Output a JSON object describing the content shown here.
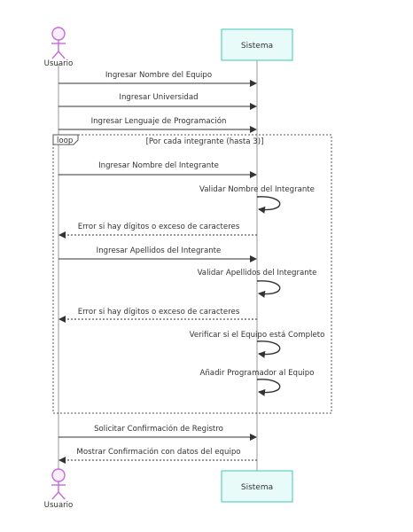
{
  "colors": {
    "actor_stroke": "#c46bd9",
    "actor_fill": "#fbeefc",
    "box_stroke": "#3bc8b4",
    "box_fill": "#e9fbf8",
    "line": "#333333",
    "loop_border": "#555555"
  },
  "participants": {
    "user": {
      "label": "Usuario"
    },
    "system": {
      "label": "Sistema"
    }
  },
  "loop": {
    "tag": "loop",
    "condition": "[Por cada integrante (hasta 3)]"
  },
  "messages": [
    {
      "text": "Ingresar Nombre del Equipo",
      "type": "solid",
      "from": "user",
      "to": "system"
    },
    {
      "text": "Ingresar Universidad",
      "type": "solid",
      "from": "user",
      "to": "system"
    },
    {
      "text": "Ingresar Lenguaje de Programación",
      "type": "solid",
      "from": "user",
      "to": "system"
    },
    {
      "text": "Ingresar Nombre del Integrante",
      "type": "solid",
      "from": "user",
      "to": "system"
    },
    {
      "text": "Validar Nombre del Integrante",
      "type": "self",
      "from": "system",
      "to": "system"
    },
    {
      "text": "Error si hay dígitos o exceso de caracteres",
      "type": "dashed",
      "from": "system",
      "to": "user"
    },
    {
      "text": "Ingresar Apellidos del Integrante",
      "type": "solid",
      "from": "user",
      "to": "system"
    },
    {
      "text": "Validar Apellidos del Integrante",
      "type": "self",
      "from": "system",
      "to": "system"
    },
    {
      "text": "Error si hay dígitos o exceso de caracteres",
      "type": "dashed",
      "from": "system",
      "to": "user"
    },
    {
      "text": "Verificar si el Equipo está Completo",
      "type": "self",
      "from": "system",
      "to": "system"
    },
    {
      "text": "Añadir Programador al Equipo",
      "type": "self",
      "from": "system",
      "to": "system"
    },
    {
      "text": "Solicitar Confirmación de Registro",
      "type": "solid",
      "from": "user",
      "to": "system"
    },
    {
      "text": "Mostrar Confirmación con datos del equipo",
      "type": "dashed",
      "from": "system",
      "to": "user"
    }
  ]
}
